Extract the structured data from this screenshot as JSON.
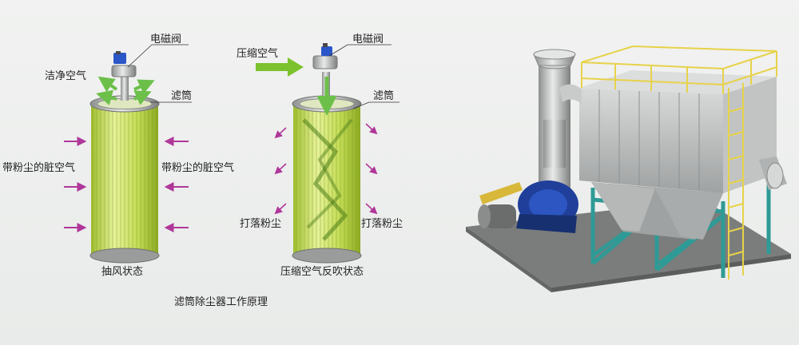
{
  "left_panel": {
    "valve_label": "电磁阀",
    "clean_air_label": "洁净空气",
    "filter_label": "滤筒",
    "dirty_air_left": "带粉尘的脏空气",
    "dirty_air_right": "带粉尘的脏空气",
    "caption": "抽风状态"
  },
  "middle_panel": {
    "compressed_air_label": "压缩空气",
    "valve_label": "电磁阀",
    "filter_label": "滤筒",
    "dust_left": "打落粉尘",
    "dust_right": "打落粉尘",
    "caption": "压缩空气反吹状态"
  },
  "figure_caption": "滤筒除尘器工作原理",
  "colors": {
    "filter_green": "#c9e36a",
    "arrow_magenta": "#b0379a",
    "arrow_green": "#6cc04a",
    "valve_blue": "#2a56c8",
    "frame_teal": "#2f9a96",
    "fan_blue": "#1f3f9a",
    "rail_yellow": "#e7d24a"
  }
}
